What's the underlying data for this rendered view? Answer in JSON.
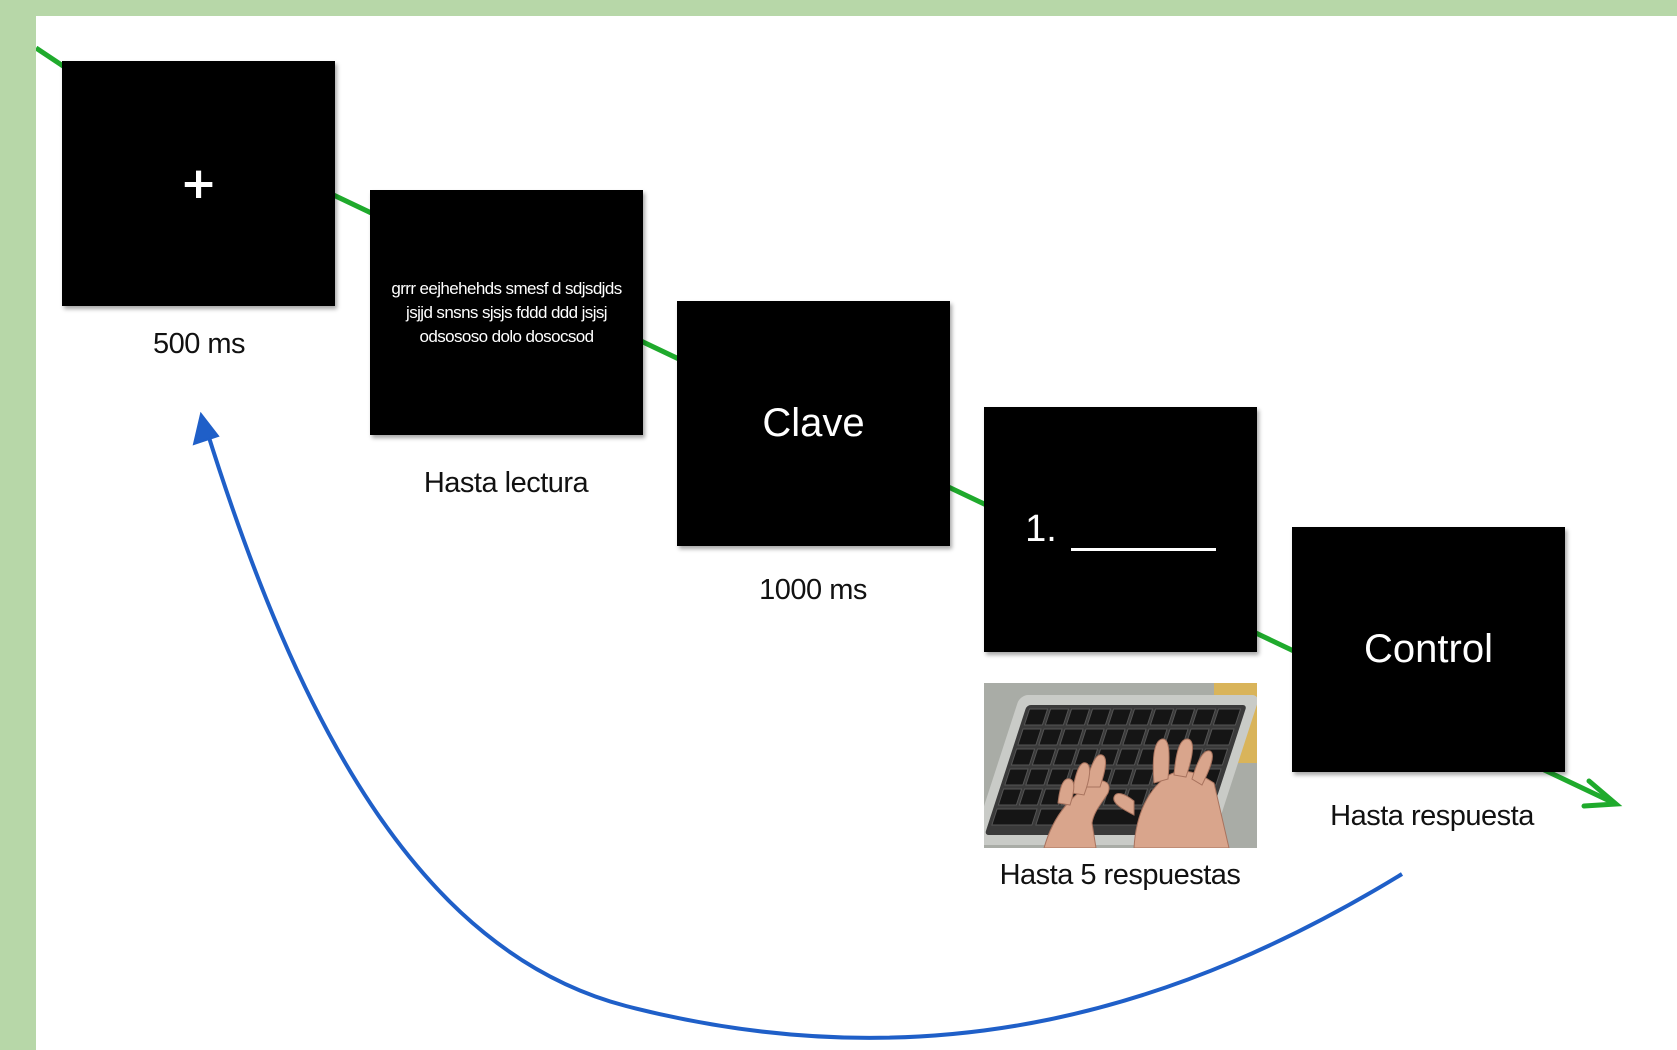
{
  "screens": [
    {
      "id": "fixation",
      "content": "+",
      "label": "500 ms"
    },
    {
      "id": "reading",
      "content_lines": [
        "grrr eejhehehds smesf d sdjsdjds",
        "jsjjd snsns sjsjs fddd ddd  jsjsj",
        "odsososo dolo dosocsod"
      ],
      "label": "Hasta lectura"
    },
    {
      "id": "cue",
      "content": "Clave",
      "label": "1000 ms"
    },
    {
      "id": "recall",
      "content": "1.",
      "label": "Hasta 5 respuestas"
    },
    {
      "id": "control",
      "content": "Control",
      "label": "Hasta respuesta"
    }
  ],
  "photo": {
    "icon": "keyboard-typing-hands-photo"
  },
  "colors": {
    "flow_arrow": "#1faa2c",
    "loop_arrow": "#1f5fc8",
    "screen": "#000000",
    "background": "#b7d7a8"
  }
}
